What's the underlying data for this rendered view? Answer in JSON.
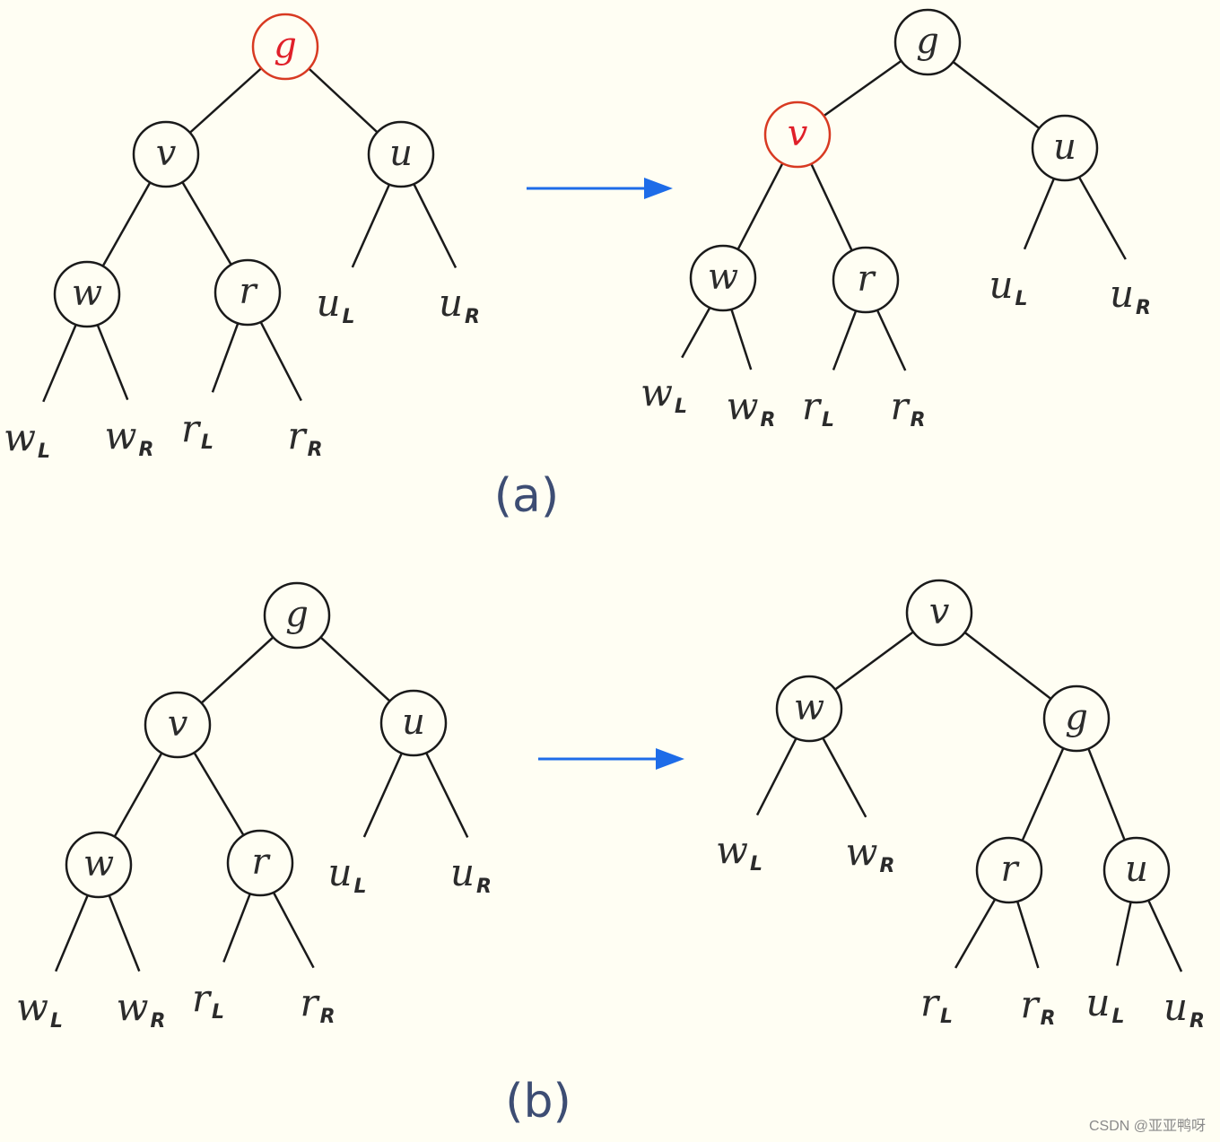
{
  "panels": [
    {
      "id": "a-before",
      "nodes": [
        {
          "id": "g",
          "label": "g",
          "highlight": true
        },
        {
          "id": "v",
          "label": "v"
        },
        {
          "id": "u",
          "label": "u"
        },
        {
          "id": "w",
          "label": "w"
        },
        {
          "id": "r",
          "label": "r"
        }
      ],
      "leaves": [
        {
          "id": "uL",
          "main": "u",
          "sub": "L"
        },
        {
          "id": "uR",
          "main": "u",
          "sub": "R"
        },
        {
          "id": "wL",
          "main": "w",
          "sub": "L"
        },
        {
          "id": "wR",
          "main": "w",
          "sub": "R"
        },
        {
          "id": "rL",
          "main": "r",
          "sub": "L"
        },
        {
          "id": "rR",
          "main": "r",
          "sub": "R"
        }
      ]
    },
    {
      "id": "a-after",
      "nodes": [
        {
          "id": "g",
          "label": "g"
        },
        {
          "id": "v",
          "label": "v",
          "highlight": true
        },
        {
          "id": "u",
          "label": "u"
        },
        {
          "id": "w",
          "label": "w"
        },
        {
          "id": "r",
          "label": "r"
        }
      ],
      "leaves": [
        {
          "id": "uL",
          "main": "u",
          "sub": "L"
        },
        {
          "id": "uR",
          "main": "u",
          "sub": "R"
        },
        {
          "id": "wL",
          "main": "w",
          "sub": "L"
        },
        {
          "id": "wR",
          "main": "w",
          "sub": "R"
        },
        {
          "id": "rL",
          "main": "r",
          "sub": "L"
        },
        {
          "id": "rR",
          "main": "r",
          "sub": "R"
        }
      ]
    },
    {
      "id": "b-before",
      "nodes": [
        {
          "id": "g",
          "label": "g"
        },
        {
          "id": "v",
          "label": "v"
        },
        {
          "id": "u",
          "label": "u"
        },
        {
          "id": "w",
          "label": "w"
        },
        {
          "id": "r",
          "label": "r"
        }
      ],
      "leaves": [
        {
          "id": "uL",
          "main": "u",
          "sub": "L"
        },
        {
          "id": "uR",
          "main": "u",
          "sub": "R"
        },
        {
          "id": "wL",
          "main": "w",
          "sub": "L"
        },
        {
          "id": "wR",
          "main": "w",
          "sub": "R"
        },
        {
          "id": "rL",
          "main": "r",
          "sub": "L"
        },
        {
          "id": "rR",
          "main": "r",
          "sub": "R"
        }
      ]
    },
    {
      "id": "b-after",
      "nodes": [
        {
          "id": "v",
          "label": "v"
        },
        {
          "id": "w",
          "label": "w"
        },
        {
          "id": "g",
          "label": "g"
        },
        {
          "id": "r",
          "label": "r"
        },
        {
          "id": "u",
          "label": "u"
        }
      ],
      "leaves": [
        {
          "id": "wL",
          "main": "w",
          "sub": "L"
        },
        {
          "id": "wR",
          "main": "w",
          "sub": "R"
        },
        {
          "id": "rL",
          "main": "r",
          "sub": "L"
        },
        {
          "id": "rR",
          "main": "r",
          "sub": "R"
        },
        {
          "id": "uL",
          "main": "u",
          "sub": "L"
        },
        {
          "id": "uR",
          "main": "u",
          "sub": "R"
        }
      ]
    }
  ],
  "captions": {
    "a": "(a)",
    "b": "(b)"
  },
  "colors": {
    "highlight": "#e0202a",
    "arrow": "#1e6ce8",
    "caption": "#3d4d73"
  },
  "watermark": "CSDN @亚亚鸭呀"
}
